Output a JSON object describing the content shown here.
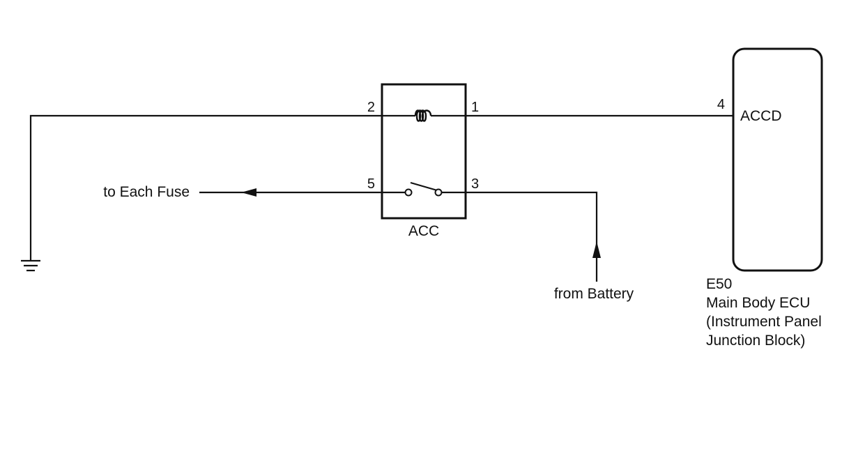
{
  "relay": {
    "name": "ACC",
    "pins": {
      "p1": "1",
      "p2": "2",
      "p3": "3",
      "p5": "5"
    }
  },
  "ecu": {
    "pin": "4",
    "terminal": "ACCD",
    "connector": "E50",
    "name_line1": "Main Body ECU",
    "name_line2": "(Instrument Panel",
    "name_line3": "Junction Block)"
  },
  "labels": {
    "to_fuse": "to Each Fuse",
    "from_battery": "from Battery"
  }
}
